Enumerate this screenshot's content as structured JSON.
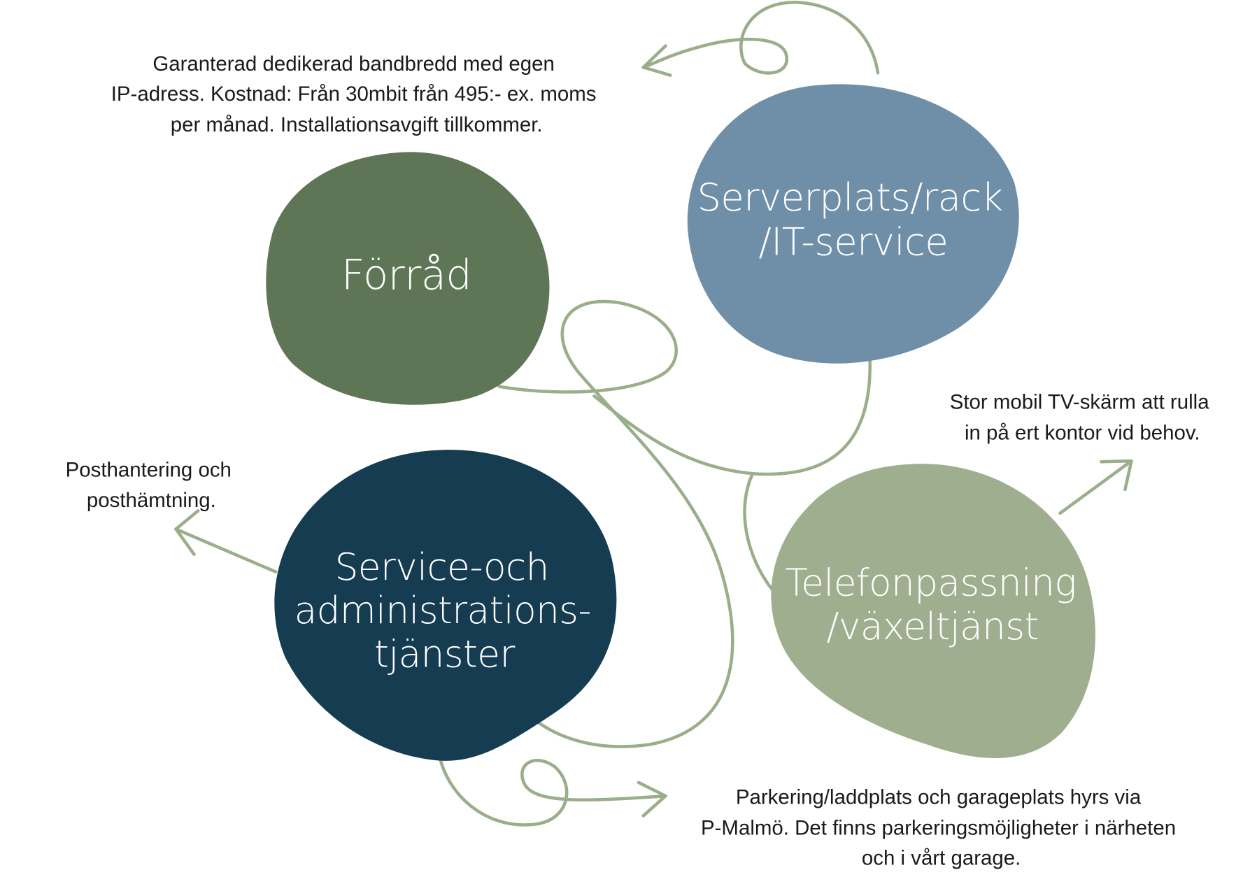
{
  "colors": {
    "forrad": "#5e7656",
    "serverplats": "#6f8fa8",
    "service": "#163c52",
    "telefon": "#9fae8e",
    "connector": "#9aae8a",
    "note_text": "#1a1a1a",
    "label_text": "#ffffff"
  },
  "nodes": {
    "forrad": {
      "lines": [
        "Förråd"
      ]
    },
    "serverplats": {
      "lines": [
        "Serverplats/rack",
        "/IT-service"
      ]
    },
    "service": {
      "lines": [
        "Service-och",
        "administrations-",
        "tjänster"
      ]
    },
    "telefon": {
      "lines": [
        "Telefonpassning",
        "/växeltjänst"
      ]
    }
  },
  "notes": {
    "internet": {
      "lines": [
        "Garanterad dedikerad bandbredd med egen",
        "IP-adress. Kostnad: Från 30mbit från 495:- ex. moms",
        "per månad. Installationsavgift tillkommer."
      ]
    },
    "tv": {
      "lines": [
        "Stor mobil TV-skärm att rulla",
        "in på ert kontor vid behov."
      ]
    },
    "post": {
      "lines": [
        "Posthantering och",
        "posthämtning."
      ]
    },
    "parking": {
      "lines": [
        "Parkering/laddplats och garageplats hyrs via",
        "P-Malmö. Det finns parkeringsmöjligheter i närheten",
        "och i vårt garage."
      ]
    }
  }
}
